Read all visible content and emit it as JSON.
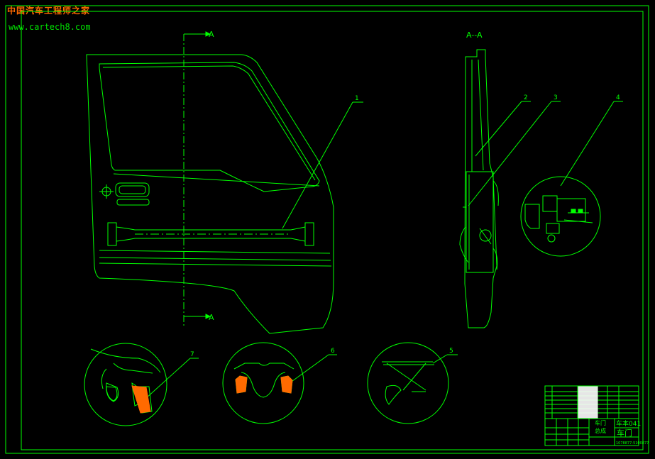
{
  "watermark": {
    "site_name": "中国汽车工程师之家",
    "url": "www.cartech8.com"
  },
  "section": {
    "marker_top": "A",
    "marker_bottom": "A",
    "view_title": "A--A"
  },
  "callouts": [
    "1",
    "2",
    "3",
    "4",
    "5",
    "6",
    "7"
  ],
  "title_block": {
    "part_name": "车门",
    "subtitle": "总成",
    "drawing_no": "车本041",
    "big_name": "车门",
    "bottom_code": "1078877-5100877"
  },
  "colors": {
    "line": "#00ff00",
    "background": "#000000",
    "watermark": "#ff6a00",
    "fill_white": "#ffffff"
  }
}
